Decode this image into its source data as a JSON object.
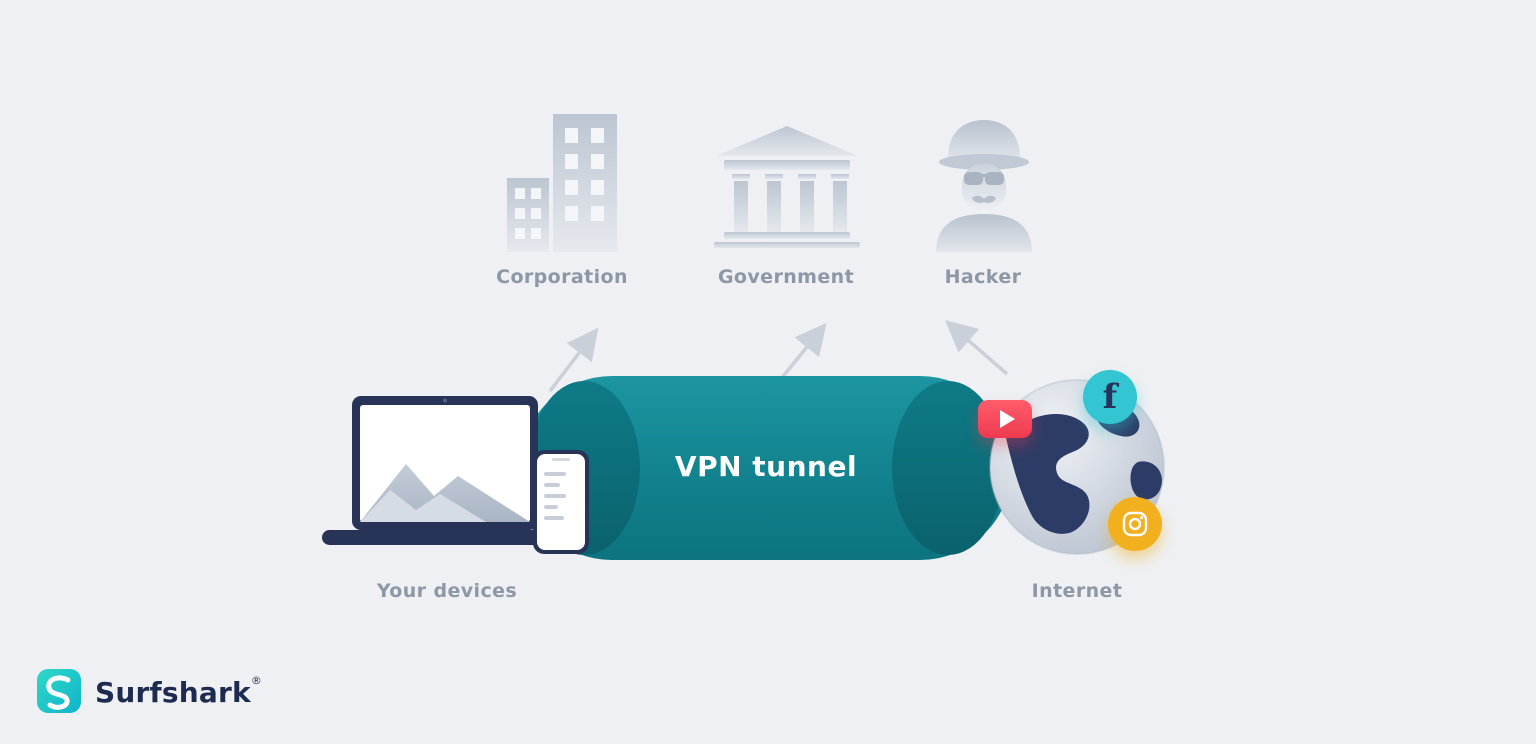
{
  "diagram": {
    "threats": [
      {
        "label": "Corporation",
        "icon": "corporation-buildings-icon"
      },
      {
        "label": "Government",
        "icon": "government-building-icon"
      },
      {
        "label": "Hacker",
        "icon": "hacker-icon"
      }
    ],
    "tunnel": {
      "label": "VPN tunnel"
    },
    "left_zone": {
      "label": "Your devices",
      "icons": [
        "laptop-icon",
        "smartphone-icon"
      ]
    },
    "right_zone": {
      "label": "Internet",
      "icons": [
        "globe-icon",
        "youtube-icon",
        "facebook-icon",
        "instagram-icon"
      ]
    }
  },
  "brand": {
    "name": "Surfshark",
    "registered_mark": "®"
  },
  "social": {
    "facebook_letter": "f"
  },
  "colors": {
    "background": "#eef0f3",
    "tunnel_teal": "#11828e",
    "tunnel_cap_dark": "#0a626d",
    "label_gray": "#8d97a5",
    "navy": "#27335a",
    "icon_gray": "#c2c9d4",
    "arrow_gray": "#c9d0d9",
    "youtube_red": "#ee3a50",
    "facebook_teal": "#33c5d2",
    "instagram_yellow": "#f2b01e",
    "brand_teal": "#18c3c0"
  }
}
